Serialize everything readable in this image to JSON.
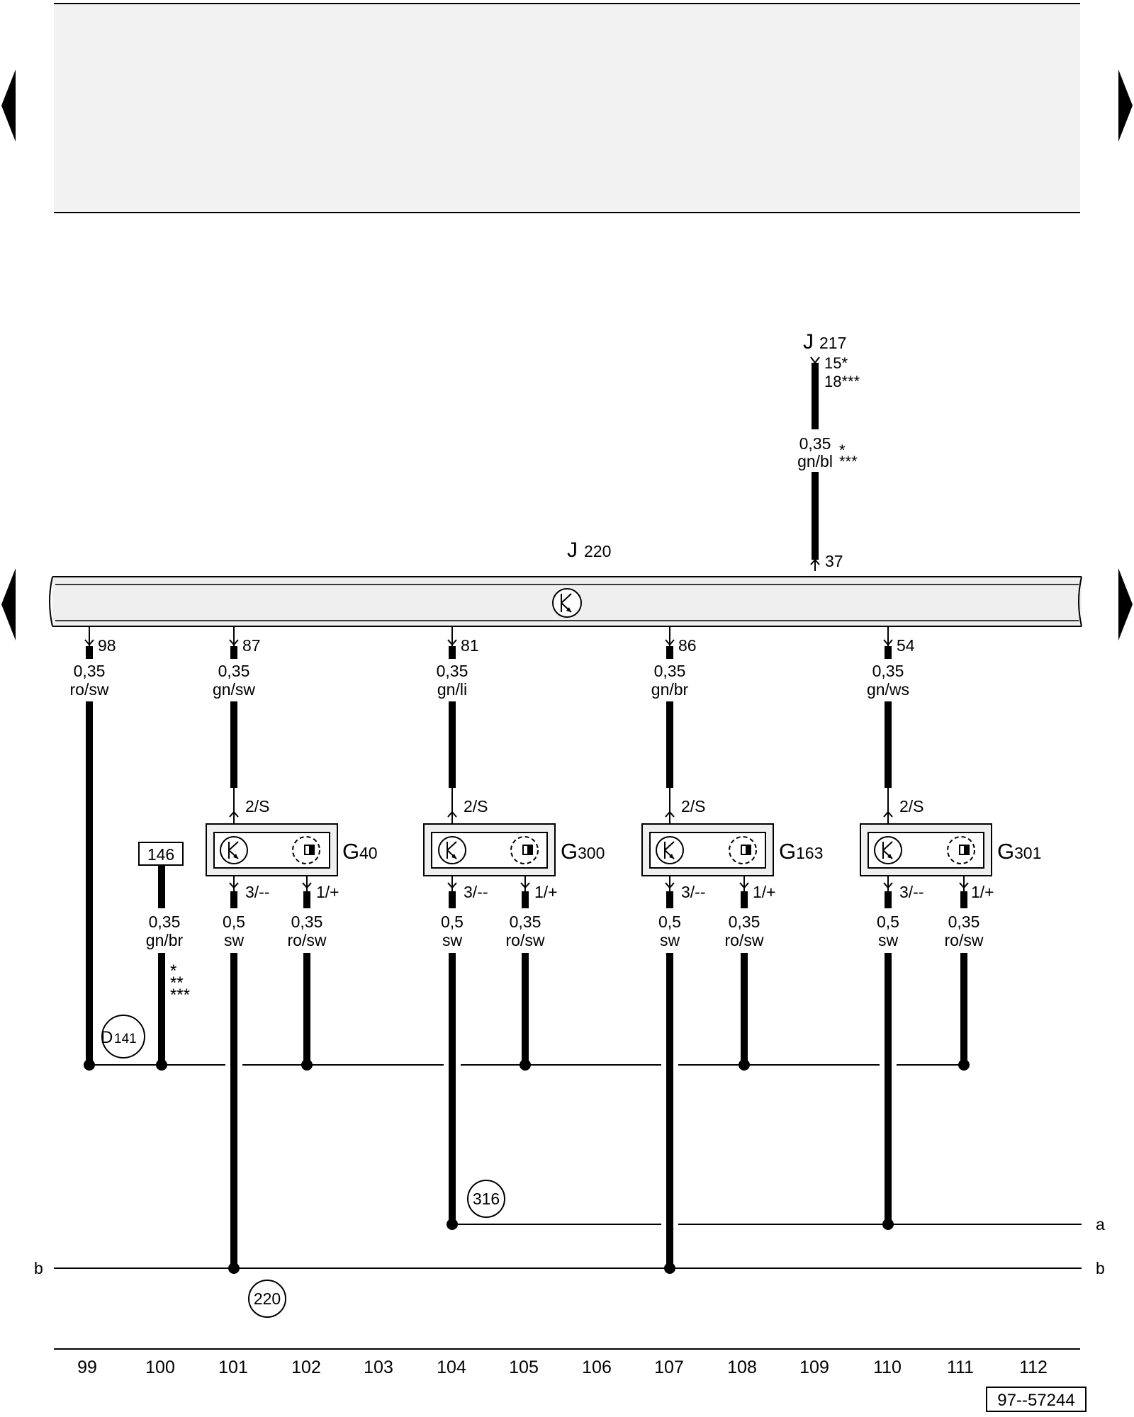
{
  "control_unit": {
    "letter": "J",
    "sub": "220"
  },
  "source_unit": {
    "letter": "J",
    "sub": "217",
    "pin_a": "15*",
    "pin_b": "18***"
  },
  "feed_wire": {
    "size": "0,35",
    "color": "gn/bl",
    "star_a": "*",
    "star_b": "***",
    "pin": "37"
  },
  "pins": [
    {
      "pin": "98",
      "size": "0,35",
      "color": "ro/sw"
    },
    {
      "pin": "87",
      "size": "0,35",
      "color": "gn/sw"
    },
    {
      "pin": "81",
      "size": "0,35",
      "color": "gn/li"
    },
    {
      "pin": "86",
      "size": "0,35",
      "color": "gn/br"
    },
    {
      "pin": "54",
      "size": "0,35",
      "color": "gn/ws"
    }
  ],
  "sensors": [
    {
      "letter": "G",
      "sub": "40",
      "signal_pin": "2/S",
      "ground_pin": "3/--",
      "supply_pin": "1/+",
      "ground_size": "0,5",
      "ground_color": "sw",
      "supply_size": "0,35",
      "supply_color": "ro/sw"
    },
    {
      "letter": "G",
      "sub": "300",
      "signal_pin": "2/S",
      "ground_pin": "3/--",
      "supply_pin": "1/+",
      "ground_size": "0,5",
      "ground_color": "sw",
      "supply_size": "0,35",
      "supply_color": "ro/sw"
    },
    {
      "letter": "G",
      "sub": "163",
      "signal_pin": "2/S",
      "ground_pin": "3/--",
      "supply_pin": "1/+",
      "ground_size": "0,5",
      "ground_color": "sw",
      "supply_size": "0,35",
      "supply_color": "ro/sw"
    },
    {
      "letter": "G",
      "sub": "301",
      "signal_pin": "2/S",
      "ground_pin": "3/--",
      "supply_pin": "1/+",
      "ground_size": "0,5",
      "ground_color": "sw",
      "supply_size": "0,35",
      "supply_color": "ro/sw"
    }
  ],
  "ref_146": {
    "label": "146",
    "size": "0,35",
    "color": "gn/br",
    "star1": "*",
    "star2": "**",
    "star3": "***"
  },
  "connector_d141": {
    "letter": "D",
    "sub": "141"
  },
  "ground_316": "316",
  "ground_220": "220",
  "line_labels": {
    "a": "a",
    "b_left": "b",
    "b_right": "b"
  },
  "tracks": [
    "99",
    "100",
    "101",
    "102",
    "103",
    "104",
    "105",
    "106",
    "107",
    "108",
    "109",
    "110",
    "111",
    "112"
  ],
  "doc_ref": "97--57244",
  "colors": {
    "line": "#000000",
    "header_fill": "#f2f2f2",
    "unit_fill": "#efefef"
  }
}
